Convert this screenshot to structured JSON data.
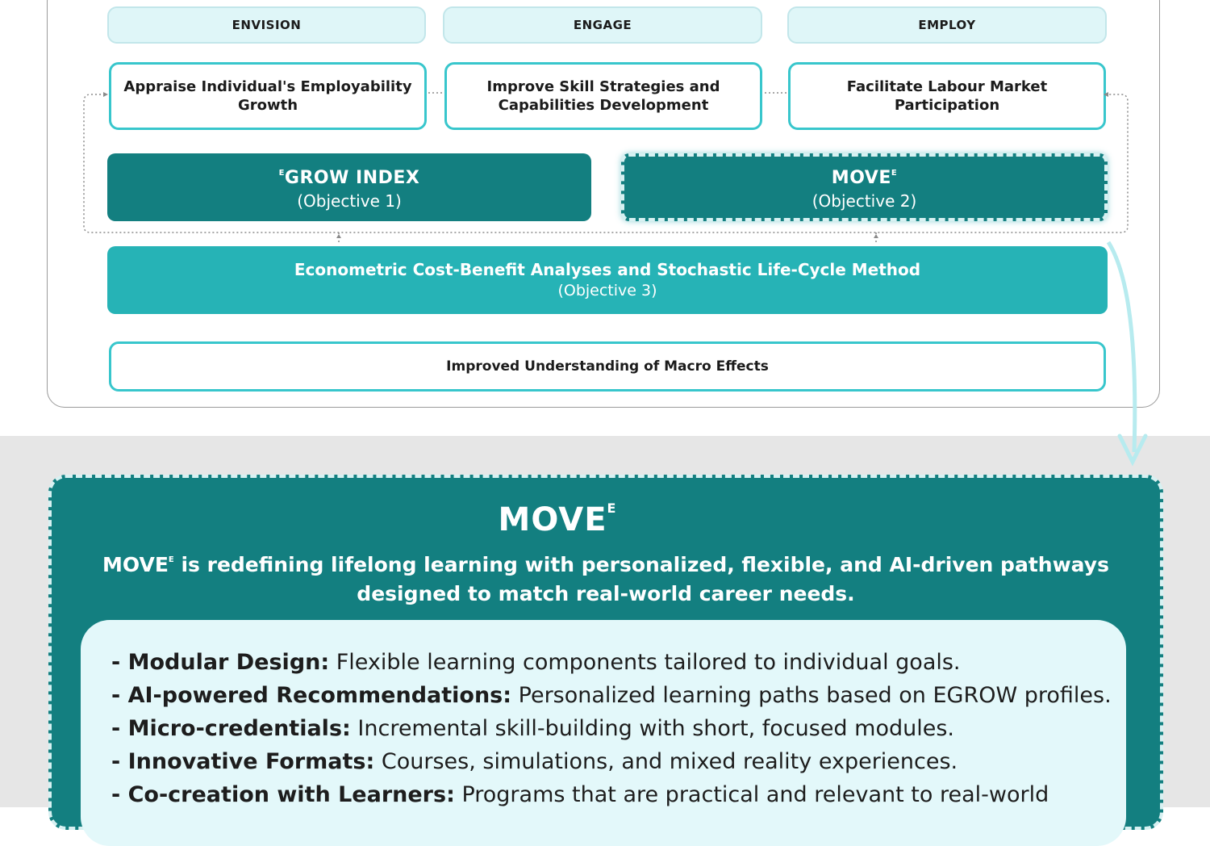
{
  "phases": [
    "ENVISION",
    "ENGAGE",
    "EMPLOY"
  ],
  "activities": [
    "Appraise Individual's Employability Growth",
    "Improve Skill Strategies and Capabilities Development",
    "Facilitate Labour Market Participation"
  ],
  "objectives": {
    "grow": {
      "sup": "E",
      "title": "GROW INDEX",
      "subtitle": "(Objective 1)"
    },
    "move": {
      "title": "MOVE",
      "sup": "E",
      "subtitle": "(Objective 2)"
    },
    "method": {
      "title": "Econometric Cost-Benefit Analyses and Stochastic Life-Cycle Method",
      "subtitle": "(Objective 3)"
    }
  },
  "outcome": "Improved Understanding of Macro Effects",
  "move_card": {
    "title": "MOVE",
    "title_sup": "E",
    "desc_lead": "MOVE",
    "desc_sup": "E",
    "desc_rest": " is redefining lifelong learning with personalized, flexible, and AI-driven pathways designed to match real-world career needs.",
    "features": [
      {
        "key": "Modular Design:",
        "text": " Flexible learning components tailored to individual goals."
      },
      {
        "key": "AI-powered Recommendations:",
        "text": " Personalized learning paths based on EGROW profiles."
      },
      {
        "key": "Micro-credentials:",
        "text": " Incremental skill-building with short, focused modules."
      },
      {
        "key": "Innovative Formats:",
        "text": " Courses, simulations, and mixed reality experiences."
      },
      {
        "key": "Co-creation with Learners:",
        "text": " Programs that are practical and relevant to real-world"
      }
    ]
  },
  "colors": {
    "dark_teal": "#137f80",
    "mid_teal": "#26b3b6",
    "border_teal": "#38c6cc",
    "light_cyan": "#dff6f8",
    "panel_gray": "#e6e6e6"
  }
}
